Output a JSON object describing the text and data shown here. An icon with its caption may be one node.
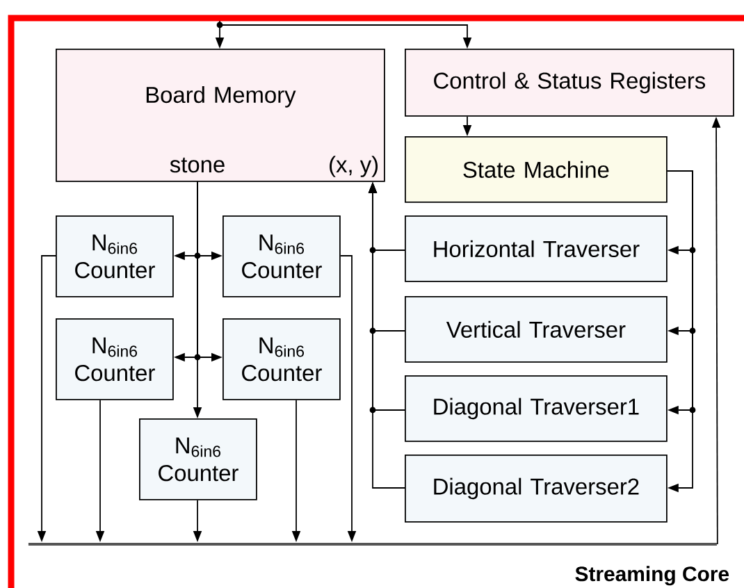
{
  "diagram": {
    "nodes": [
      {
        "text": [
          "Board Memory",
          "stone",
          "(x, y)"
        ]
      },
      {
        "text": [
          "Control & Status Registers"
        ]
      },
      {
        "text": [
          "State Machine"
        ]
      },
      {
        "text": [
          "Horizontal Traverser"
        ]
      },
      {
        "text": [
          "Vertical Traverser"
        ]
      },
      {
        "text": [
          "Diagonal Traverser1"
        ]
      },
      {
        "text": [
          "Diagonal Traverser2"
        ]
      },
      {
        "text": [
          "N$_{6in6}$ Counter"
        ]
      },
      {
        "text": [
          "N$_{6in6}$ Counter"
        ]
      },
      {
        "text": [
          "N$_{6in6}$ Counter"
        ]
      },
      {
        "text": [
          "N$_{6in6}$ Counter"
        ]
      },
      {
        "text": [
          "N$_{6in6}$ Counter"
        ]
      },
      {
        "text": [],
        "shape": "bar"
      }
    ],
    "edges": [
      {
        "from": null,
        "to": 0,
        "arrow": "to"
      },
      {
        "from": null,
        "to": 1,
        "arrow": "to"
      },
      {
        "from": 1,
        "to": 2,
        "arrow": "to"
      },
      {
        "from": 2,
        "to": 3,
        "arrow": "to"
      },
      {
        "from": 2,
        "to": 4,
        "arrow": "to"
      },
      {
        "from": 2,
        "to": 5,
        "arrow": "to"
      },
      {
        "from": 2,
        "to": 6,
        "arrow": "to"
      },
      {
        "from": 3,
        "to": 0,
        "arrow": "to"
      },
      {
        "from": 4,
        "to": 0,
        "arrow": "to"
      },
      {
        "from": 5,
        "to": 0,
        "arrow": "to"
      },
      {
        "from": 6,
        "to": 0,
        "arrow": "to"
      },
      {
        "from": 0,
        "to": 7,
        "arrow": "to"
      },
      {
        "from": 0,
        "to": 8,
        "arrow": "to"
      },
      {
        "from": 0,
        "to": 9,
        "arrow": "to"
      },
      {
        "from": 0,
        "to": 10,
        "arrow": "to"
      },
      {
        "from": 0,
        "to": 11,
        "arrow": "to"
      },
      {
        "from": 7,
        "to": 12,
        "arrow": "to"
      },
      {
        "from": 8,
        "to": 12,
        "arrow": "to"
      },
      {
        "from": 9,
        "to": 12,
        "arrow": "to"
      },
      {
        "from": 10,
        "to": 12,
        "arrow": "to"
      },
      {
        "from": 11,
        "to": 12,
        "arrow": "to"
      },
      {
        "from": 12,
        "to": 1,
        "arrow": "to"
      }
    ],
    "labels": [
      "Streaming Core"
    ]
  }
}
